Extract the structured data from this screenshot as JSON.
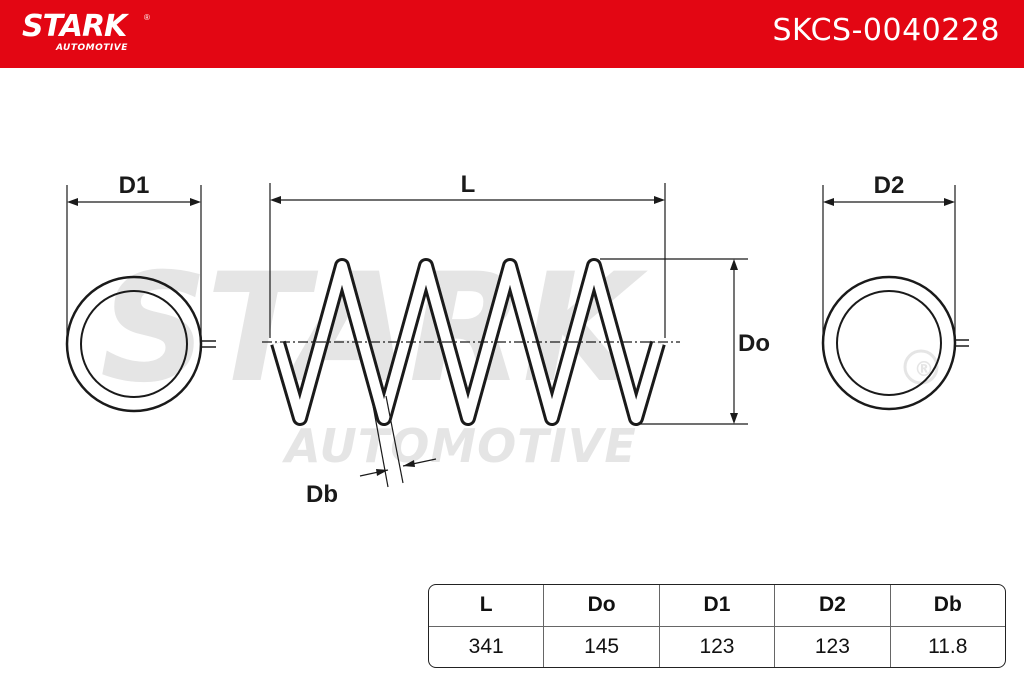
{
  "header": {
    "brand": "STARK",
    "brand_sub": "AUTOMOTIVE",
    "brand_reg": "®",
    "part_number": "SKCS-0040228",
    "background_color": "#e30613"
  },
  "watermark": {
    "main": "STARK",
    "sub": "AUTOMOTIVE",
    "reg": "®"
  },
  "diagram": {
    "labels": {
      "d1": "D1",
      "length": "L",
      "d2": "D2",
      "outer_diameter": "Do",
      "wire_diameter": "Db"
    }
  },
  "table": {
    "headers": [
      "L",
      "Do",
      "D1",
      "D2",
      "Db"
    ],
    "values": [
      "341",
      "145",
      "123",
      "123",
      "11.8"
    ]
  }
}
